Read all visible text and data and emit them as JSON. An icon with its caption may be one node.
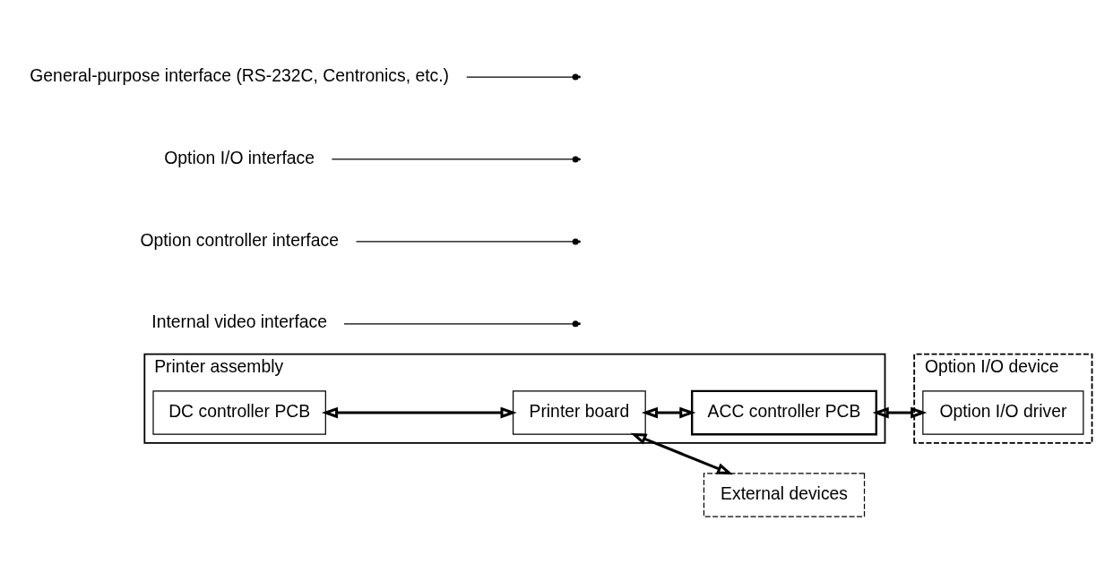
{
  "diagram": {
    "nodes": [
      {
        "text": [
          "Printer assembly"
        ]
      },
      {
        "text": [
          "DC controller PCB"
        ],
        "in": 0
      },
      {
        "text": [
          "Printer board"
        ],
        "in": 0
      },
      {
        "text": [
          "ACC controller PCB"
        ],
        "in": 0
      },
      {
        "text": [
          "Option I/O device"
        ]
      },
      {
        "text": [
          "Option I/O driver"
        ],
        "in": 4
      },
      {
        "text": [
          "External devices"
        ]
      },
      {
        "text": [
          "Internal video interface"
        ]
      },
      {
        "text": [
          "Option controller interface"
        ]
      },
      {
        "text": [
          "Option I/O interface"
        ]
      },
      {
        "text": [
          "General-purpose interface (RS-232C, Centronics, etc.)"
        ]
      }
    ],
    "edges": [
      {
        "from": 1,
        "to": 2,
        "arrow": "both"
      },
      {
        "from": 2,
        "to": 3,
        "arrow": "both"
      },
      {
        "from": 3,
        "to": 5,
        "arrow": "both"
      },
      {
        "from": 2,
        "to": 6,
        "arrow": "both"
      },
      {
        "from": 7,
        "to": null,
        "arrow": "other"
      },
      {
        "from": 8,
        "to": null,
        "arrow": "other"
      },
      {
        "from": 9,
        "to": null,
        "arrow": "other"
      },
      {
        "from": 10,
        "to": null,
        "arrow": "other"
      }
    ]
  }
}
